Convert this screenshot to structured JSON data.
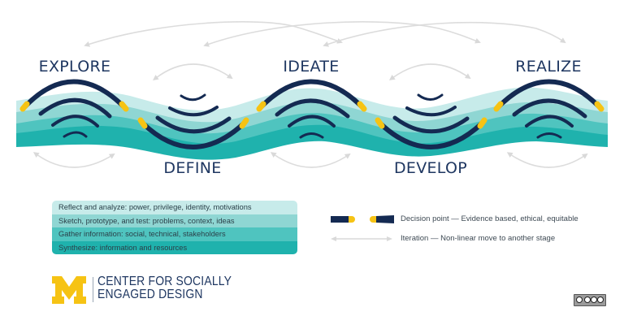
{
  "diagram": {
    "stages": [
      {
        "id": "explore",
        "label": "EXPLORE",
        "position": "top"
      },
      {
        "id": "define",
        "label": "DEFINE",
        "position": "bottom"
      },
      {
        "id": "ideate",
        "label": "IDEATE",
        "position": "top"
      },
      {
        "id": "develop",
        "label": "DEVELOP",
        "position": "bottom"
      },
      {
        "id": "realize",
        "label": "REALIZE",
        "position": "top"
      }
    ],
    "colors": {
      "navy": "#142a52",
      "gold": "#f6c314",
      "iteration_gray": "#d9d9d9",
      "band_layer_1": "#c7ebea",
      "band_layer_2": "#8fd6d3",
      "band_layer_3": "#4fc4bf",
      "band_layer_4": "#1fb2ad",
      "label_text": "#1f3761"
    }
  },
  "legend": {
    "layers": [
      {
        "label": "Reflect and analyze: power, privilege, identity, motivations",
        "color": "#c7ebea"
      },
      {
        "label": "Sketch, prototype, and test: problems, context, ideas",
        "color": "#8fd6d3"
      },
      {
        "label": "Gather information: social, technical, stakeholders",
        "color": "#4fc4bf"
      },
      {
        "label": "Synthesize: information and resources",
        "color": "#1fb2ad"
      }
    ],
    "keys": [
      {
        "icon": "decision-point-icon",
        "label": "Decision point — Evidence based, ethical, equitable"
      },
      {
        "icon": "iteration-arrow-icon",
        "label": "Iteration — Non-linear move to another stage"
      }
    ]
  },
  "branding": {
    "logo_letter": "M",
    "org_line_1": "CENTER FOR SOCIALLY",
    "org_line_2": "ENGAGED DESIGN",
    "license_badge": "cc-by-nc-sa-icon"
  }
}
